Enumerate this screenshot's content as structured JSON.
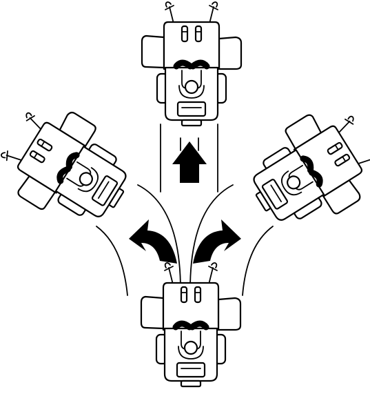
{
  "colors": {
    "line": "#000000",
    "background": "#ffffff"
  },
  "figure": {
    "description_icons": [
      "mower-top-view",
      "straight-arrow",
      "left-turn-arrow",
      "right-turn-arrow"
    ],
    "mowers": [
      "mower-start",
      "mower-straight",
      "mower-left-turn",
      "mower-right-turn"
    ]
  }
}
